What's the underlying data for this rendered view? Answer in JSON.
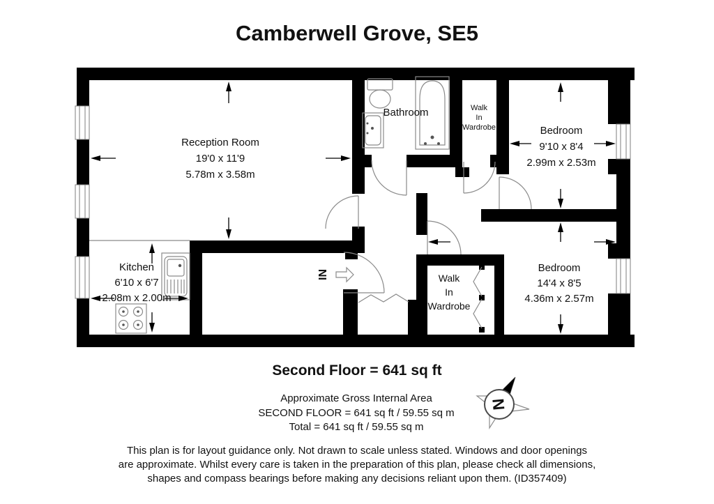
{
  "title": "Camberwell Grove, SE5",
  "rooms": {
    "reception": {
      "name": "Reception Room",
      "imperial": "19'0 x 11'9",
      "metric": "5.78m x 3.58m"
    },
    "kitchen": {
      "name": "Kitchen",
      "imperial": "6'10 x 6'7",
      "metric": "2.08m x 2.00m"
    },
    "bathroom": {
      "name": "Bathroom"
    },
    "wardrobe_top": {
      "line1": "Walk",
      "line2": "In",
      "line3": "Wardrobe"
    },
    "bedroom_top": {
      "name": "Bedroom",
      "imperial": "9'10 x 8'4",
      "metric": "2.99m x 2.53m"
    },
    "bedroom_bottom": {
      "name": "Bedroom",
      "imperial": "14'4 x 8'5",
      "metric": "4.36m x 2.57m"
    },
    "wardrobe_bottom": {
      "line1": "Walk",
      "line2": "In",
      "line3": "Wardrobe"
    }
  },
  "entrance": {
    "label": "IN"
  },
  "compass": {
    "north_label": "N"
  },
  "summary": {
    "floor_title": "Second Floor = 641 sq ft",
    "area_heading": "Approximate Gross Internal Area",
    "area_line1": "SECOND FLOOR = 641 sq ft / 59.55 sq m",
    "area_line2": "Total = 641 sq ft / 59.55 sq m"
  },
  "disclaimer": {
    "lines": [
      "This plan is for layout guidance only. Not drawn to scale unless stated. Windows and door openings",
      "are approximate. Whilst every care is taken in the preparation of this plan, please check all dimensions,",
      "shapes and compass bearings before making any decisions reliant upon them. (ID357409)"
    ]
  },
  "colors": {
    "wall": "#000000",
    "thin_line": "#8a8a8a",
    "text": "#111111",
    "background": "#ffffff"
  }
}
